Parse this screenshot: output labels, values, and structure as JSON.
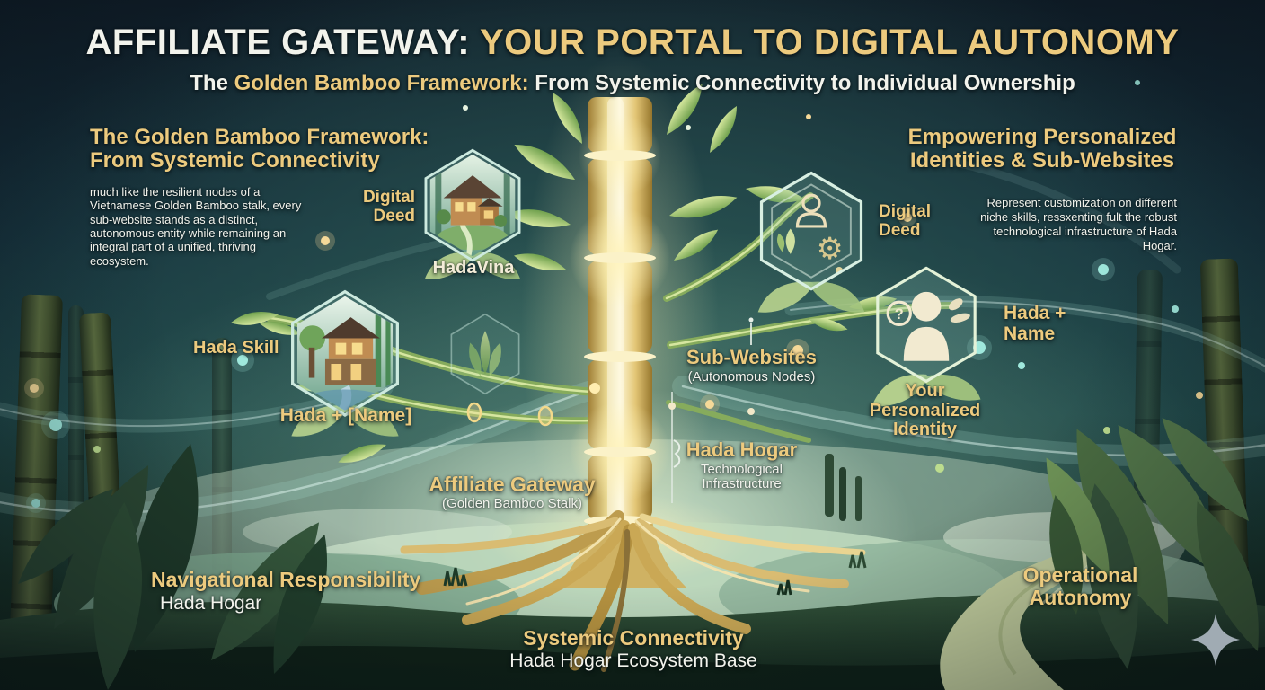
{
  "header": {
    "title_white": "AFFILIATE GATEWAY:",
    "title_gold": " YOUR PORTAL TO DIGITAL AUTONOMY",
    "subtitle_pre": "The ",
    "subtitle_gold": "Golden Bamboo Framework:",
    "subtitle_post": " From Systemic Connectivity to Individual Ownership"
  },
  "left_section": {
    "heading_line1": "The Golden Bamboo Framework:",
    "heading_line2": "From Systemic Connectivity",
    "paragraph": "much like the resilient nodes of a Vietnamese Golden Bamboo stalk, every sub-website stands as a distinct, autonomous entity while remaining an integral part of a unified, thriving ecosystem."
  },
  "right_section": {
    "heading_line1": "Empowering Personalized",
    "heading_line2": "Identities & Sub-Websites",
    "paragraph": "Represent customization on different niche skills, ressxenting fult the robust technological infrastructure of Hada Hogar."
  },
  "labels": {
    "digital_deed_left": "Digital Deed",
    "hadavina": "HadaVina",
    "hada_skill": "Hada Skill",
    "hada_name_left": "Hada + [Name]",
    "sub_websites": "Sub-Websites",
    "sub_websites_sub": "(Autonomous Nodes)",
    "hada_hogar": "Hada Hogar",
    "hada_hogar_sub1": "Technological",
    "hada_hogar_sub2": "Infrastructure",
    "affiliate_gateway": "Affiliate Gateway",
    "affiliate_gateway_sub": "(Golden Bamboo Stalk)",
    "digital_deed_right": "Digital Deed",
    "hada_name_right": "Hada + Name",
    "personalized_identity": "Your Personalized Identity",
    "navigational_responsibility": "Navigational Responsibility",
    "navigational_sub": "Hada Hogar",
    "operational_autonomy": "Operational Autonomy",
    "systemic_connectivity": "Systemic Connectivity",
    "systemic_sub": "Hada Hogar Ecosystem Base"
  },
  "icons": {
    "gear_glyph": "⚙",
    "question_badge_glyph": "?",
    "house_icon": "house-illustration",
    "leaf_icon": "leaf-cluster",
    "person_icon": "person-silhouette",
    "sparkle_icon": "four-point-star"
  },
  "colors": {
    "gold": "#ecca7e",
    "white": "#f2f3ec",
    "background_dark": "#13222e",
    "teal_glow": "#2d5a55",
    "bamboo_glow": "#f6e8ae",
    "leaf_green": "#9cc06b"
  }
}
